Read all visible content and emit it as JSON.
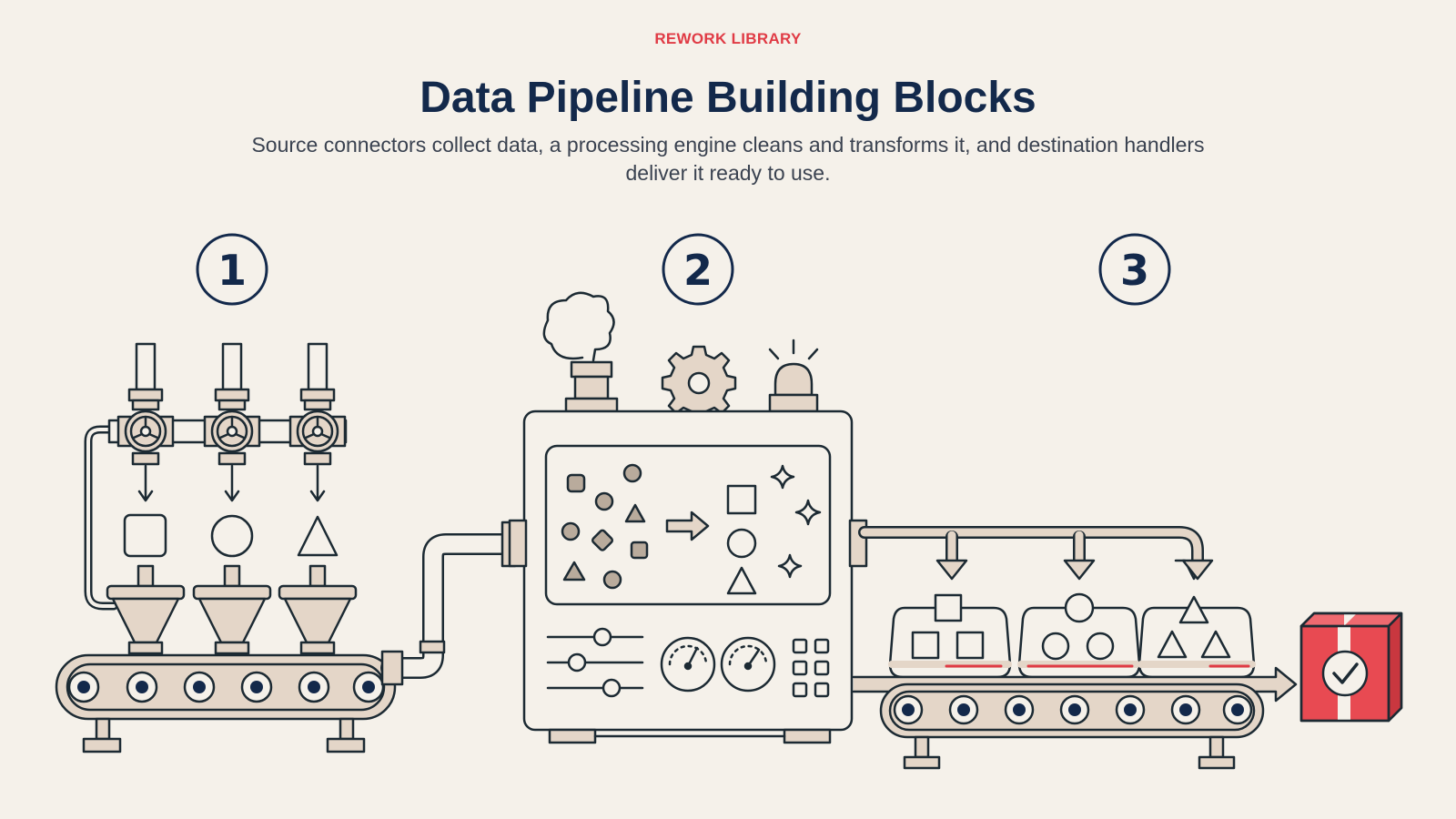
{
  "header": {
    "eyebrow": "REWORK LIBRARY",
    "title": "Data Pipeline Building Blocks",
    "subtitle": "Source connectors collect data, a processing engine cleans and transforms it, and destination handlers deliver it ready to use."
  },
  "stages": [
    {
      "number": "1"
    },
    {
      "number": "2"
    },
    {
      "number": "3"
    }
  ],
  "colors": {
    "background": "#f5f1ea",
    "ink": "#13294b",
    "accent": "#e03b45",
    "metal": "#e4d6c8"
  },
  "icons": [
    "valve-icon",
    "funnel-icon",
    "conveyor-belt-icon",
    "gear-icon",
    "alarm-light-icon",
    "smoke-icon",
    "gauge-icon",
    "slider-icon",
    "sparkle-icon",
    "arrow-icon",
    "delivery-box-icon",
    "checkmark-icon"
  ]
}
